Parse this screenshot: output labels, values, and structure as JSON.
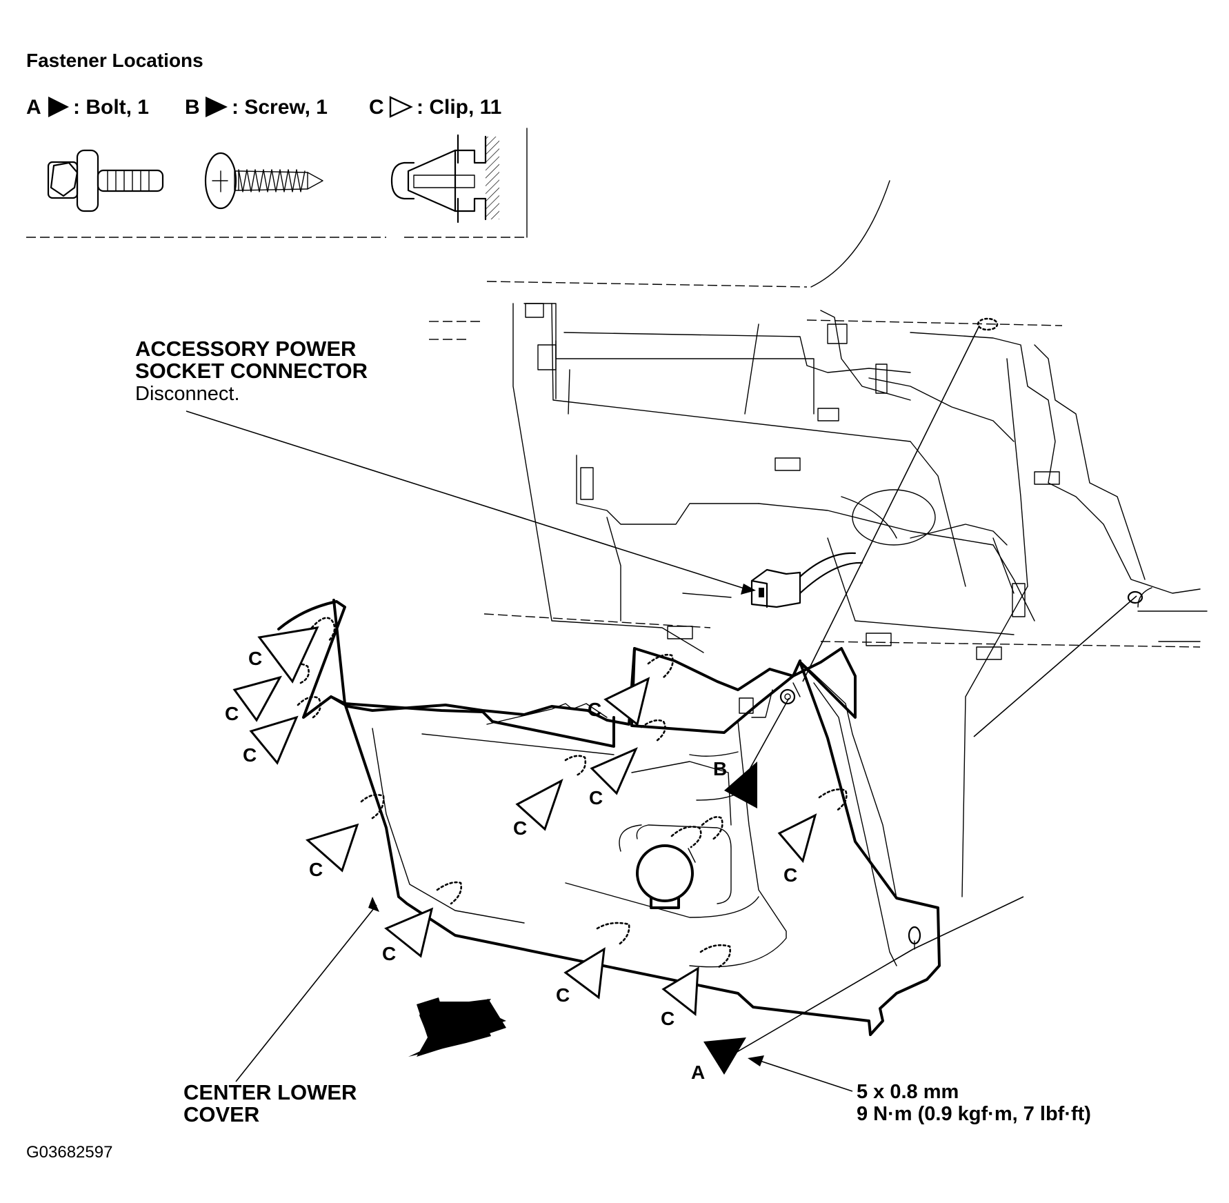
{
  "legend": {
    "title": "Fastener Locations",
    "items": [
      {
        "letter": "A",
        "text": ": Bolt, 1"
      },
      {
        "letter": "B",
        "text": ": Screw, 1"
      },
      {
        "letter": "C",
        "text": ": Clip, 11"
      }
    ]
  },
  "callouts": {
    "accessory_line1": "ACCESSORY POWER",
    "accessory_line2": "SOCKET CONNECTOR",
    "accessory_line3": "Disconnect.",
    "center_line1": "CENTER LOWER",
    "center_line2": "COVER",
    "spec_line1": "5 x 0.8 mm",
    "spec_line2": "9 N·m (0.9 kgf·m, 7 lbf·ft)"
  },
  "fastener_labels": {
    "bolt": "A",
    "screw": "B",
    "clip": "C"
  },
  "figure_id": "G03682597",
  "colors": {
    "ink": "#000000",
    "paper": "#ffffff"
  }
}
